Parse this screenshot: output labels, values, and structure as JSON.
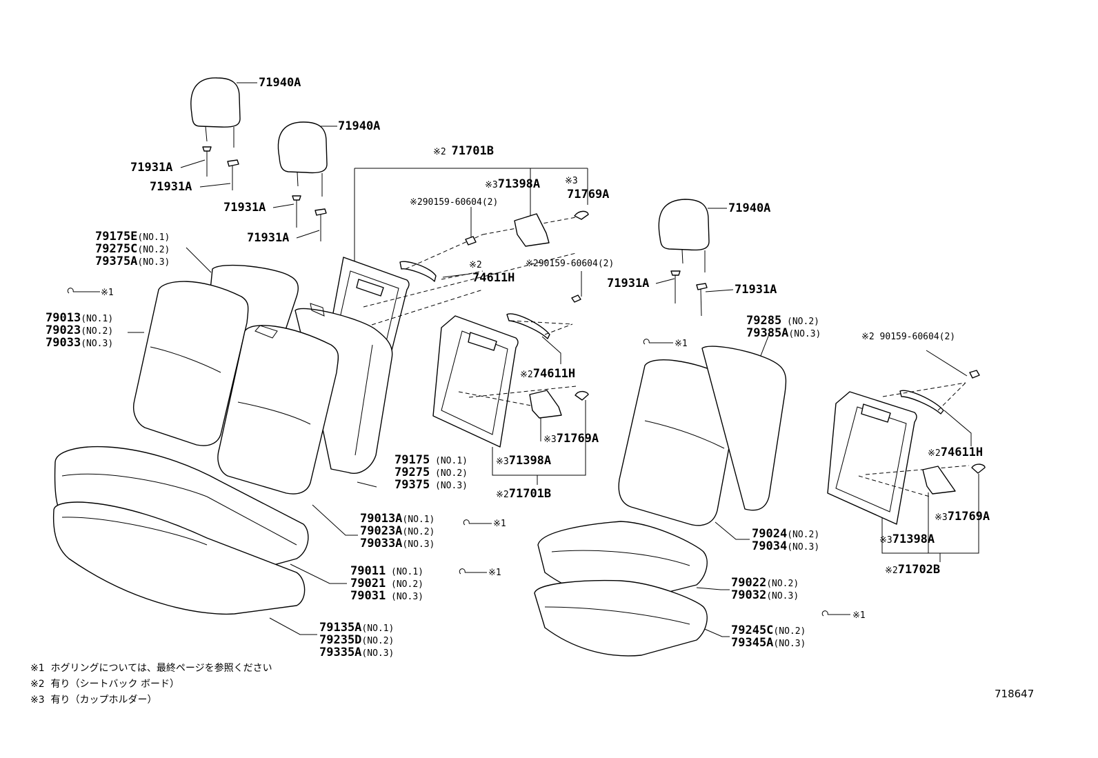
{
  "labels": [
    {
      "id": "hr1",
      "parts": [
        {
          "pn": "71940A"
        }
      ]
    },
    {
      "id": "hr2",
      "parts": [
        {
          "pn": "71940A"
        }
      ]
    },
    {
      "id": "hr3",
      "parts": [
        {
          "pn": "71940A"
        }
      ]
    },
    {
      "id": "g1",
      "parts": [
        {
          "pn": "71931A"
        }
      ]
    },
    {
      "id": "g2",
      "parts": [
        {
          "pn": "71931A"
        }
      ]
    },
    {
      "id": "g3",
      "parts": [
        {
          "pn": "71931A"
        }
      ]
    },
    {
      "id": "g4",
      "parts": [
        {
          "pn": "71931A"
        }
      ]
    },
    {
      "id": "g5",
      "parts": [
        {
          "pn": "71931A"
        }
      ]
    },
    {
      "id": "g6",
      "parts": [
        {
          "pn": "71931A"
        }
      ]
    },
    {
      "id": "bb1",
      "parts": [
        {
          "mk": "※2 "
        },
        {
          "pn": "71701B"
        }
      ]
    },
    {
      "id": "h1",
      "parts": [
        {
          "mk": "※3"
        },
        {
          "pn": "71398A"
        }
      ]
    },
    {
      "id": "cp1a",
      "parts": [
        {
          "mk": "※3"
        }
      ]
    },
    {
      "id": "cp1b",
      "parts": [
        {
          "pn": "71769A"
        }
      ]
    },
    {
      "id": "sc1",
      "parts": [
        {
          "mk": "※2"
        },
        {
          "nt": "90159-60604(2)"
        }
      ]
    },
    {
      "id": "hd1a",
      "parts": [
        {
          "mk": "※2"
        }
      ]
    },
    {
      "id": "hd1b",
      "parts": [
        {
          "pn": "74611H"
        }
      ]
    },
    {
      "id": "sc2",
      "parts": [
        {
          "mk": "※2"
        },
        {
          "nt": "90159-60604(2)"
        }
      ]
    },
    {
      "id": "hd2",
      "parts": [
        {
          "mk": "※2"
        },
        {
          "pn": "74611H"
        }
      ]
    },
    {
      "id": "cp2",
      "parts": [
        {
          "mk": "※3"
        },
        {
          "pn": "71769A"
        }
      ]
    },
    {
      "id": "h2",
      "parts": [
        {
          "mk": "※3"
        },
        {
          "pn": "71398A"
        }
      ]
    },
    {
      "id": "bb2",
      "parts": [
        {
          "mk": "※2"
        },
        {
          "pn": "71701B"
        }
      ]
    },
    {
      "id": "sc3",
      "parts": [
        {
          "mk": "※2 "
        },
        {
          "nt": "90159-60604(2)"
        }
      ]
    },
    {
      "id": "hd3",
      "parts": [
        {
          "mk": "※2"
        },
        {
          "pn": "74611H"
        }
      ]
    },
    {
      "id": "cp3",
      "parts": [
        {
          "mk": "※3"
        },
        {
          "pn": "71769A"
        }
      ]
    },
    {
      "id": "h3",
      "parts": [
        {
          "mk": "※3"
        },
        {
          "pn": "71398A"
        }
      ]
    },
    {
      "id": "bb3",
      "parts": [
        {
          "mk": "※2"
        },
        {
          "pn": "71702B"
        }
      ]
    },
    {
      "id": "c1",
      "parts": [
        {
          "pn": "79175E"
        },
        {
          "nt": "(NO.1)"
        }
      ]
    },
    {
      "id": "c2",
      "parts": [
        {
          "pn": "79275C"
        },
        {
          "nt": "(NO.2)"
        }
      ]
    },
    {
      "id": "c3",
      "parts": [
        {
          "pn": "79375A"
        },
        {
          "nt": "(NO.3)"
        }
      ]
    },
    {
      "id": "f1",
      "parts": [
        {
          "pn": "79013"
        },
        {
          "nt": "(NO.1)"
        }
      ]
    },
    {
      "id": "f2",
      "parts": [
        {
          "pn": "79023"
        },
        {
          "nt": "(NO.2)"
        }
      ]
    },
    {
      "id": "f3",
      "parts": [
        {
          "pn": "79033"
        },
        {
          "nt": "(NO.3)"
        }
      ]
    },
    {
      "id": "r1",
      "parts": [
        {
          "pn": "79175"
        },
        {
          "nt": " (NO.1)"
        }
      ]
    },
    {
      "id": "r2",
      "parts": [
        {
          "pn": "79275"
        },
        {
          "nt": " (NO.2)"
        }
      ]
    },
    {
      "id": "r3",
      "parts": [
        {
          "pn": "79375"
        },
        {
          "nt": " (NO.3)"
        }
      ]
    },
    {
      "id": "a1",
      "parts": [
        {
          "pn": "79013A"
        },
        {
          "nt": "(NO.1)"
        }
      ]
    },
    {
      "id": "a2",
      "parts": [
        {
          "pn": "79023A"
        },
        {
          "nt": "(NO.2)"
        }
      ]
    },
    {
      "id": "a3",
      "parts": [
        {
          "pn": "79033A"
        },
        {
          "nt": "(NO.3)"
        }
      ]
    },
    {
      "id": "s1",
      "parts": [
        {
          "pn": "79011"
        },
        {
          "nt": " (NO.1)"
        }
      ]
    },
    {
      "id": "s2",
      "parts": [
        {
          "pn": "79021"
        },
        {
          "nt": " (NO.2)"
        }
      ]
    },
    {
      "id": "s3",
      "parts": [
        {
          "pn": "79031"
        },
        {
          "nt": " (NO.3)"
        }
      ]
    },
    {
      "id": "p1",
      "parts": [
        {
          "pn": "79135A"
        },
        {
          "nt": "(NO.1)"
        }
      ]
    },
    {
      "id": "p2",
      "parts": [
        {
          "pn": "79235D"
        },
        {
          "nt": "(NO.2)"
        }
      ]
    },
    {
      "id": "p3",
      "parts": [
        {
          "pn": "79335A"
        },
        {
          "nt": "(NO.3)"
        }
      ]
    },
    {
      "id": "k1",
      "parts": [
        {
          "pn": "79285"
        },
        {
          "nt": " (NO.2)"
        }
      ]
    },
    {
      "id": "k2",
      "parts": [
        {
          "pn": "79385A"
        },
        {
          "nt": "(NO.3)"
        }
      ]
    },
    {
      "id": "m1",
      "parts": [
        {
          "pn": "79024"
        },
        {
          "nt": "(NO.2)"
        }
      ]
    },
    {
      "id": "m2",
      "parts": [
        {
          "pn": "79034"
        },
        {
          "nt": "(NO.3)"
        }
      ]
    },
    {
      "id": "n1",
      "parts": [
        {
          "pn": "79022"
        },
        {
          "nt": "(NO.2)"
        }
      ]
    },
    {
      "id": "n2",
      "parts": [
        {
          "pn": "79032"
        },
        {
          "nt": "(NO.3)"
        }
      ]
    },
    {
      "id": "q1",
      "parts": [
        {
          "pn": "79245C"
        },
        {
          "nt": "(NO.2)"
        }
      ]
    },
    {
      "id": "q2",
      "parts": [
        {
          "pn": "79345A"
        },
        {
          "nt": "(NO.3)"
        }
      ]
    },
    {
      "id": "x1",
      "parts": [
        {
          "mk": "※1"
        }
      ]
    },
    {
      "id": "x2",
      "parts": [
        {
          "mk": "※1"
        }
      ]
    },
    {
      "id": "x3",
      "parts": [
        {
          "mk": "※1"
        }
      ]
    },
    {
      "id": "x4",
      "parts": [
        {
          "mk": "※1"
        }
      ]
    },
    {
      "id": "x5",
      "parts": [
        {
          "mk": "※1"
        }
      ]
    },
    {
      "id": "x6",
      "parts": [
        {
          "mk": "※1"
        }
      ]
    }
  ],
  "notes": [
    {
      "mark": "※1",
      "text": "ホグリングについては、最終ページを参照ください"
    },
    {
      "mark": "※2",
      "text": "有り（シートバック ボード）"
    },
    {
      "mark": "※3",
      "text": "有り（カップホルダー）"
    }
  ],
  "drawing_code": "718647"
}
